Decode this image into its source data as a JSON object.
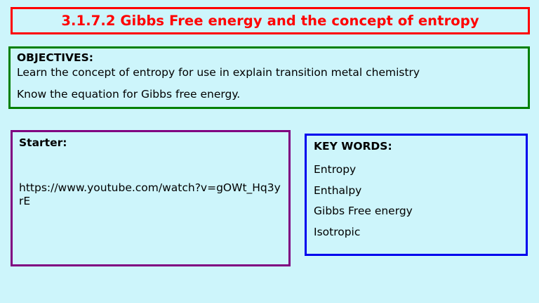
{
  "slide": {
    "background_color": "#cdf5fb"
  },
  "title": {
    "text": "3.1.7.2 Gibbs Free energy and the concept of entropy",
    "color": "#ff0000",
    "border_color": "#ff0000"
  },
  "objectives": {
    "heading": "OBJECTIVES:",
    "border_color": "#008000",
    "lines": [
      "Learn the concept of entropy for use in explain transition metal chemistry",
      "Know the equation for Gibbs free energy."
    ]
  },
  "starter": {
    "heading": "Starter:",
    "border_color": "#800080",
    "link": "https://www.youtube.com/watch?v=gOWt_Hq3yrE"
  },
  "keywords": {
    "heading": "KEY WORDS:",
    "border_color": "#0000ee",
    "items": [
      "Entropy",
      "Enthalpy",
      "Gibbs Free energy",
      "Isotropic"
    ]
  }
}
